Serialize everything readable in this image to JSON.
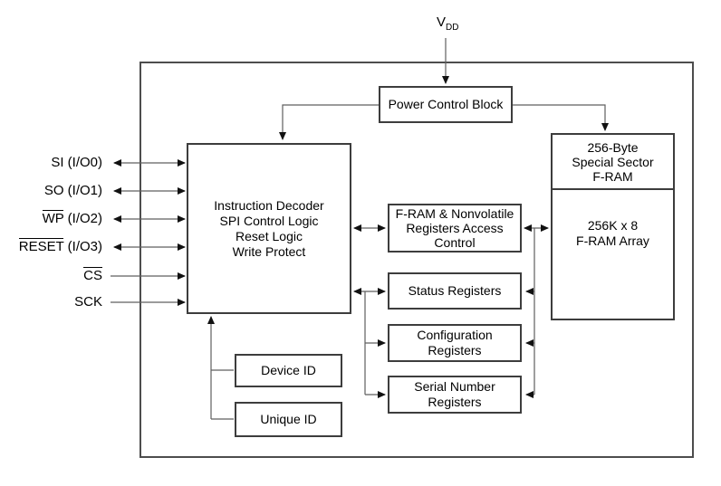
{
  "diagram": {
    "vdd": {
      "base": "V",
      "sub": "DD"
    },
    "power_control": {
      "label": "Power Control Block"
    },
    "decoder": {
      "lines": [
        "Instruction Decoder",
        "SPI Control Logic",
        "Reset Logic",
        "Write Protect"
      ]
    },
    "access_control": {
      "lines": [
        "F-RAM & Nonvolatile",
        "Registers Access",
        "Control"
      ]
    },
    "status_registers": {
      "label": "Status Registers"
    },
    "configuration_registers": {
      "lines": [
        "Configuration",
        "Registers"
      ]
    },
    "serial_number_registers": {
      "lines": [
        "Serial Number",
        "Registers"
      ]
    },
    "special_sector": {
      "lines": [
        "256-Byte",
        "Special Sector",
        "F-RAM"
      ]
    },
    "fram_array": {
      "lines": [
        "256K x 8",
        "F-RAM Array"
      ]
    },
    "device_id": {
      "label": "Device ID"
    },
    "unique_id": {
      "label": "Unique ID"
    },
    "signals": [
      {
        "bar": "",
        "rest": "SI (I/O0)",
        "direction": "bidirectional"
      },
      {
        "bar": "",
        "rest": "SO (I/O1)",
        "direction": "bidirectional"
      },
      {
        "bar": "WP",
        "rest": " (I/O2)",
        "direction": "bidirectional"
      },
      {
        "bar": "RESET",
        "rest": " (I/O3)",
        "direction": "bidirectional"
      },
      {
        "bar": "CS",
        "rest": "",
        "direction": "input"
      },
      {
        "bar": "",
        "rest": "SCK",
        "direction": "input"
      }
    ],
    "colors": {
      "background": "#ffffff",
      "box_border": "#3d3d3d",
      "frame_border": "#4d4d4d",
      "wire": "#5f5f5f",
      "arrowhead": "#111111",
      "text": "#000000"
    }
  }
}
